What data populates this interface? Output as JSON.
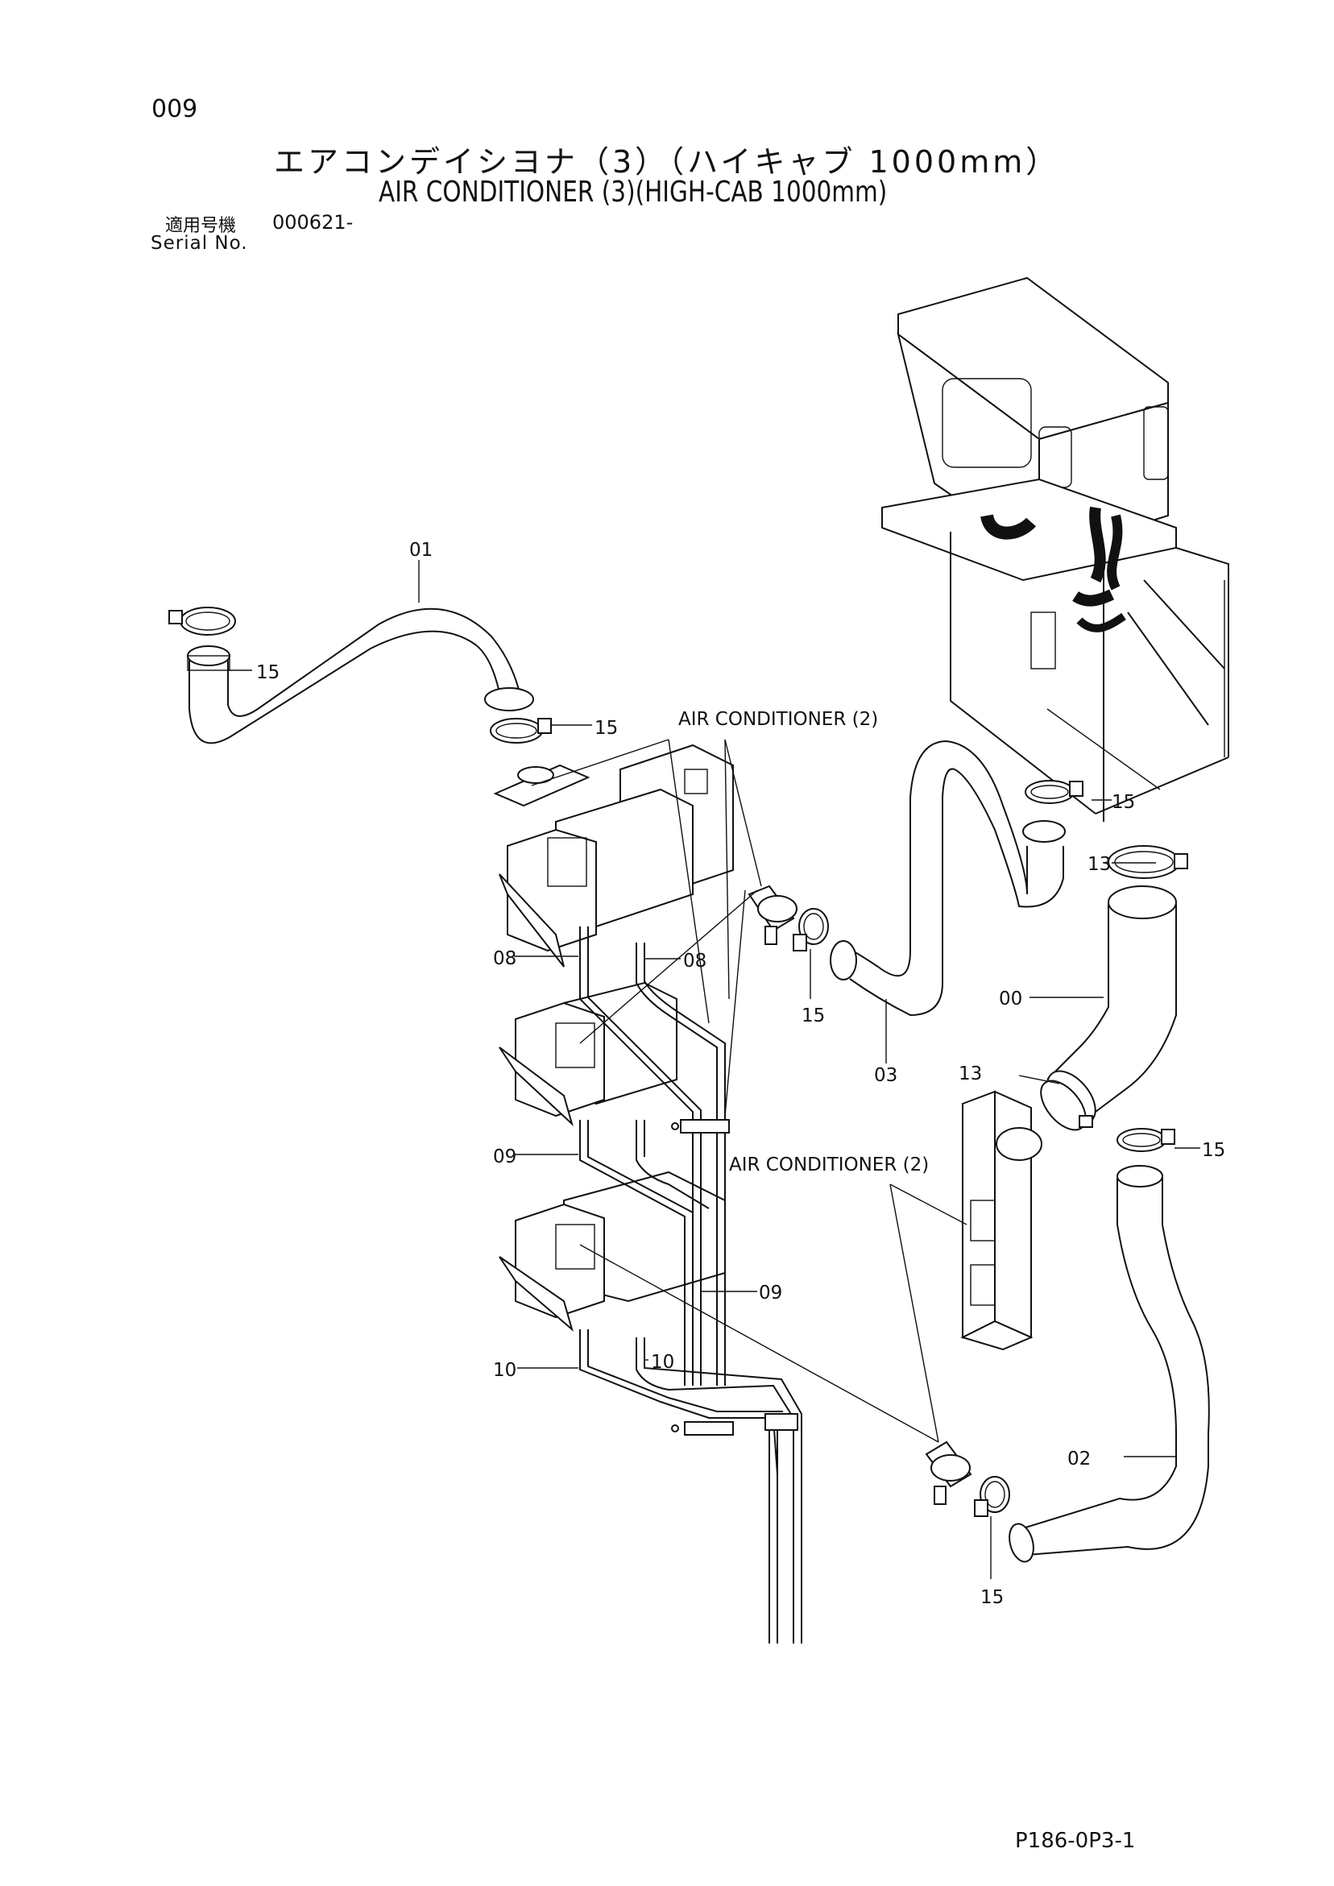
{
  "header": {
    "page_number": "009",
    "title_jp": "エアコンデイシヨナ（3）（ハイキャブ 1000mm）",
    "title_en": "AIR CONDITIONER (3)(HIGH-CAB 1000mm)",
    "serial_label_jp": "適用号機",
    "serial_value": "000621-",
    "serial_label_en": "Serial No."
  },
  "callouts": {
    "c01": "01",
    "c15_top_left": "15",
    "c15_top_mid": "15",
    "c15_upper_right": "15",
    "c13_upper": "13",
    "c08_left": "08",
    "c08_right": "08",
    "c15_coupler": "15",
    "c03": "03",
    "c00": "00",
    "c13_lower": "13",
    "c09_left": "09",
    "c15_right": "15",
    "c09_right": "09",
    "c10_left": "10",
    "c10_right": "10",
    "c02": "02",
    "c15_bottom": "15"
  },
  "assembly_labels": {
    "ac2_upper": "AIR CONDITIONER (2)",
    "ac2_lower": "AIR CONDITIONER (2)"
  },
  "footer": {
    "doc_code": "P186-0P3-1"
  }
}
